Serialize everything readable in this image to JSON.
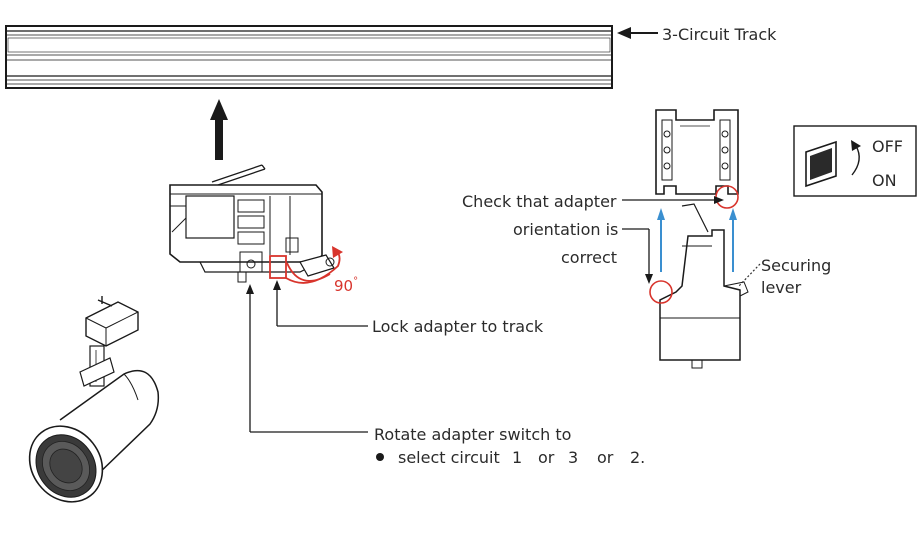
{
  "labels": {
    "track": "3-Circuit Track",
    "off": "OFF",
    "on": "ON",
    "check_line1": "Check that adapter",
    "check_line2": "orientation is",
    "check_line3": "correct",
    "securing_line1": "Securing",
    "securing_line2": "lever",
    "lock": "Lock adapter to track",
    "rotate": "Rotate adapter switch to",
    "select_prefix": "select circuit",
    "circuit_a": "1",
    "or_1": "or",
    "circuit_b": "3",
    "or_2": "or",
    "circuit_c": "2.",
    "angle": "90",
    "degree": "°"
  },
  "colors": {
    "line": "#1a1a1a",
    "highlight_red": "#d8342c",
    "guide_blue": "#3a8fd0",
    "text": "#2b2b2b"
  }
}
